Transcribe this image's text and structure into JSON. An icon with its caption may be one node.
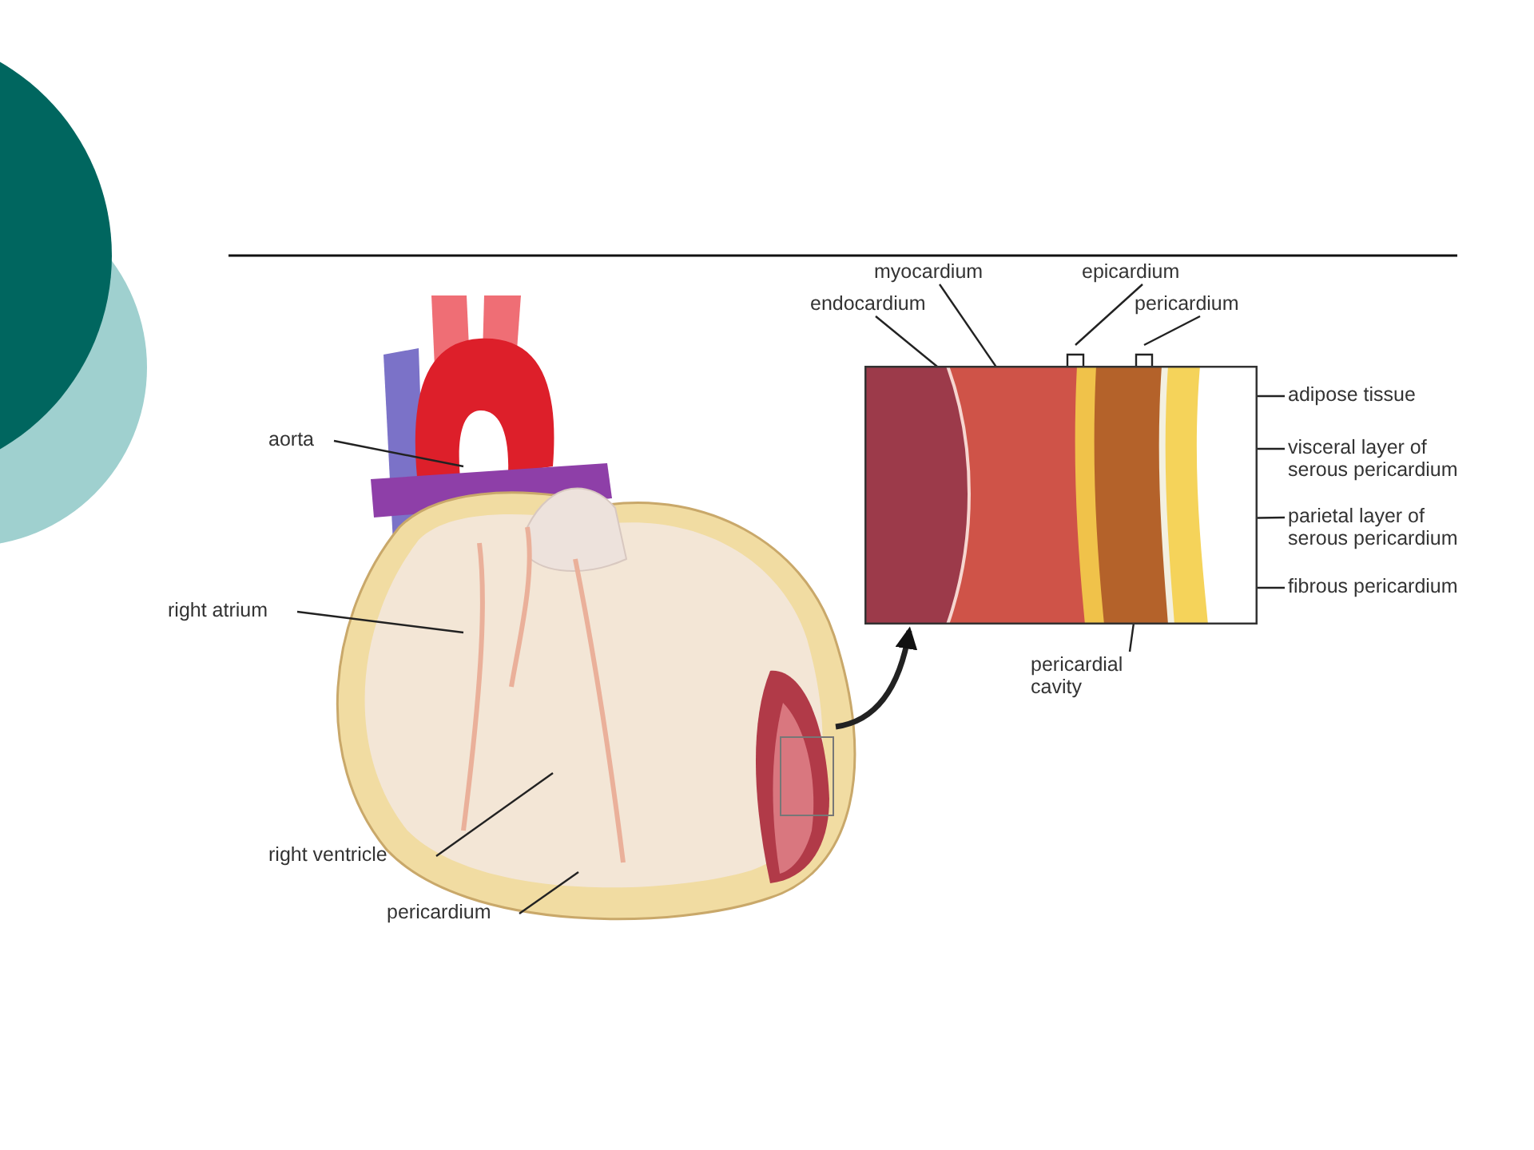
{
  "diagram": {
    "nodes": [
      {
        "text": [
          "aorta"
        ]
      },
      {
        "text": [
          "right atrium"
        ]
      },
      {
        "text": [
          "right ventricle"
        ]
      },
      {
        "text": [
          "pericardium"
        ]
      },
      {
        "text": [],
        "shape": "box"
      },
      {
        "text": [],
        "shape": "picture"
      },
      {
        "text": [
          "myocardium"
        ]
      },
      {
        "text": [
          "endocardium"
        ]
      },
      {
        "text": [
          "epicardium"
        ]
      },
      {
        "text": [
          "pericardium"
        ]
      },
      {
        "text": [
          "adipose tissue"
        ]
      },
      {
        "text": [
          "visceral layer of serous pericardium"
        ]
      },
      {
        "text": [
          "parietal layer of serous pericardium"
        ]
      },
      {
        "text": [
          "fibrous pericardium"
        ]
      },
      {
        "text": [
          "pericardial cavity"
        ]
      }
    ],
    "edges": [
      {
        "from": 0,
        "to": null,
        "arrow": "none"
      },
      {
        "from": 1,
        "to": null,
        "arrow": "none"
      },
      {
        "from": 2,
        "to": null,
        "arrow": "none"
      },
      {
        "from": 3,
        "to": null,
        "arrow": "none"
      },
      {
        "from": 4,
        "to": 5,
        "arrow": "to",
        "style": "thick"
      },
      {
        "from": 6,
        "to": 5,
        "arrow": "none"
      },
      {
        "from": 7,
        "to": 5,
        "arrow": "none"
      },
      {
        "from": 8,
        "to": null,
        "arrow": "none"
      },
      {
        "from": 9,
        "to": null,
        "arrow": "none"
      },
      {
        "from": 10,
        "to": 5,
        "arrow": "none"
      },
      {
        "from": 11,
        "to": 5,
        "arrow": "none"
      },
      {
        "from": 12,
        "to": 5,
        "arrow": "none"
      },
      {
        "from": 13,
        "to": 5,
        "arrow": "none"
      },
      {
        "from": 14,
        "to": 5,
        "arrow": "none"
      }
    ]
  }
}
